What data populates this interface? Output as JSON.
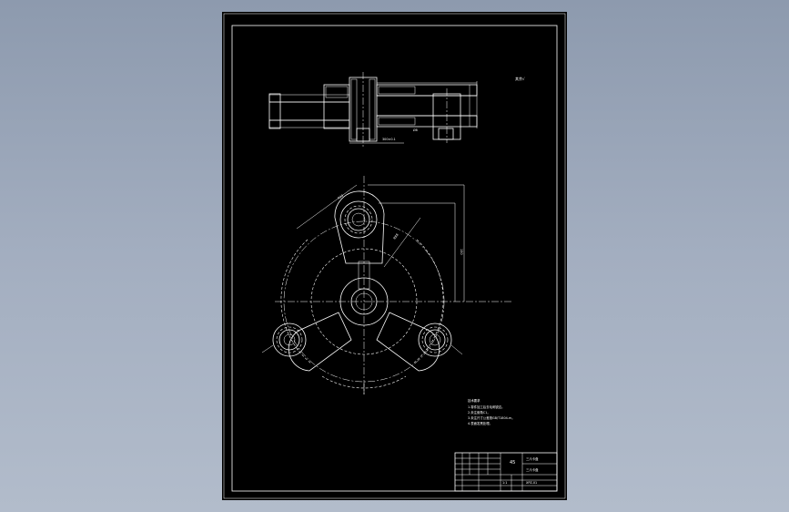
{
  "drawing": {
    "notes": {
      "heading": "技术要求",
      "lines": [
        "1.零件加工后去毛刺锐边。",
        "2.未注倒角C1。",
        "3.未注尺寸公差按GB/T1804-m。",
        "4.表面发黑处理。"
      ]
    },
    "title_block": {
      "part_name": "三爪卡盘",
      "drawing_no": "XPZ-01",
      "scale": "1:1",
      "material": "45"
    },
    "roughness_mark": "其余√"
  }
}
